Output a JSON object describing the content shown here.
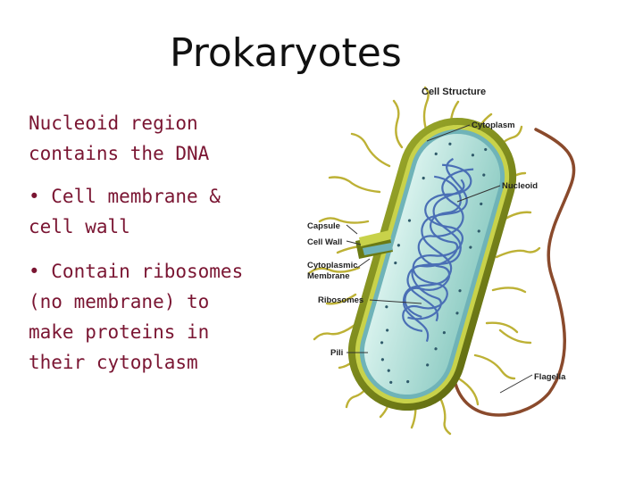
{
  "slide": {
    "title": "Prokaryotes",
    "bullet1": {
      "line1": "Nucleoid region",
      "line2": "contains the DNA"
    },
    "bullet2": {
      "line1": "• Cell membrane &",
      "line2": "cell wall"
    },
    "bullet3": {
      "line1": "• Contain ribosomes",
      "line2": "(no membrane) to",
      "line3": "make proteins in",
      "line4": "their cytoplasm"
    }
  },
  "diagram": {
    "heading": "Cell Structure",
    "labels": {
      "cytoplasm": "Cytoplasm",
      "nucleoid": "Nucleoid",
      "capsule": "Capsule",
      "cell_wall": "Cell Wall",
      "cyto_membrane_1": "Cytoplasmic",
      "cyto_membrane_2": "Membrane",
      "ribosomes": "Ribosomes",
      "pili": "Pili",
      "flagella": "Flagella"
    },
    "colors": {
      "capsule": "#7f8e1c",
      "cell_wall": "#c8d24a",
      "membrane": "#6fb3b8",
      "cytoplasm": "#b4e0da",
      "dna": "#4a6fb5",
      "pili": "#bdb135",
      "flagellum": "#8a4a2c",
      "text_color": "#7a1532"
    }
  }
}
